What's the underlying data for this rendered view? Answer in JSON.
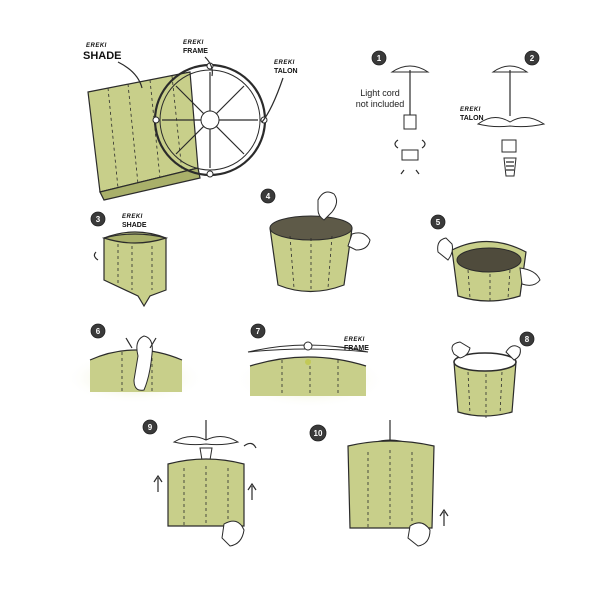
{
  "labels": {
    "brand": "EREKI",
    "shade": "SHADE",
    "frame": "FRAME",
    "talon": "TALON"
  },
  "note": {
    "line1": "Light cord",
    "line2": "not included"
  },
  "steps": [
    "1",
    "2",
    "3",
    "4",
    "5",
    "6",
    "7",
    "8",
    "9",
    "10"
  ]
}
